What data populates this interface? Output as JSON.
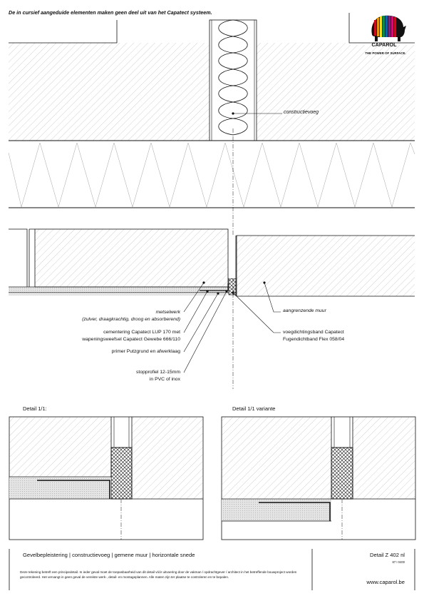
{
  "header": {
    "note": "De in cursief aangeduide elementen maken geen deel uit van het Capatect systeem.",
    "brand": "CAPAROL",
    "tagline": "THE POWER OF SURFACE."
  },
  "labels": {
    "constructievoeg": "constructievoeg",
    "metselwerk": "metselwerk",
    "metselwerk_sub": "(zulver, draagkrachtig, droog en absorberend)",
    "cementering_line1": "cementering Capatect LUP 170 met",
    "cementering_line2": "wapeningsweefsel Capatect Gewebe 666/110",
    "primer": "primer Putzgrund en afwerklaag",
    "stopprofiel_line1": "stopprofiel 12-15mm",
    "stopprofiel_line2": "in PVC of inox",
    "aangrenzende_muur": "aangrenzende muur",
    "voegband_line1": "voegdichtingsband Capatect",
    "voegband_line2": "Fugendichtband Flex 058/04"
  },
  "details": {
    "left_title": "Detail 1/1:",
    "right_title": "Detail 1/1 variante"
  },
  "footer": {
    "title": "Gevelbepleistering | constructievoeg | gemene muur | horizontale snede",
    "detail_id": "Detail Z 402 nl",
    "code": "87 I 0400",
    "disclaimer": "Deze tekening betreft een principedetail. In ieder geval moet de toepasbaarheid van dit detail vóór uitvoering door de vakman / opdrachtgever / architect in het betreffende bouwproject worden gecontroleerd. Het vervangt in geen geval de vereiste werk-, detail- en montageplannen. Alle maten zijn ter plaatse te controleren en te bepalen.",
    "url": "www.caparol.be"
  },
  "colors": {
    "line": "#111111",
    "hatch": "#9a9a9a",
    "render": "#d8d8d8",
    "logo": [
      "#e2001a",
      "#f39200",
      "#ffdd00",
      "#009640",
      "#0069b4",
      "#7b2481",
      "#e6007e"
    ]
  }
}
